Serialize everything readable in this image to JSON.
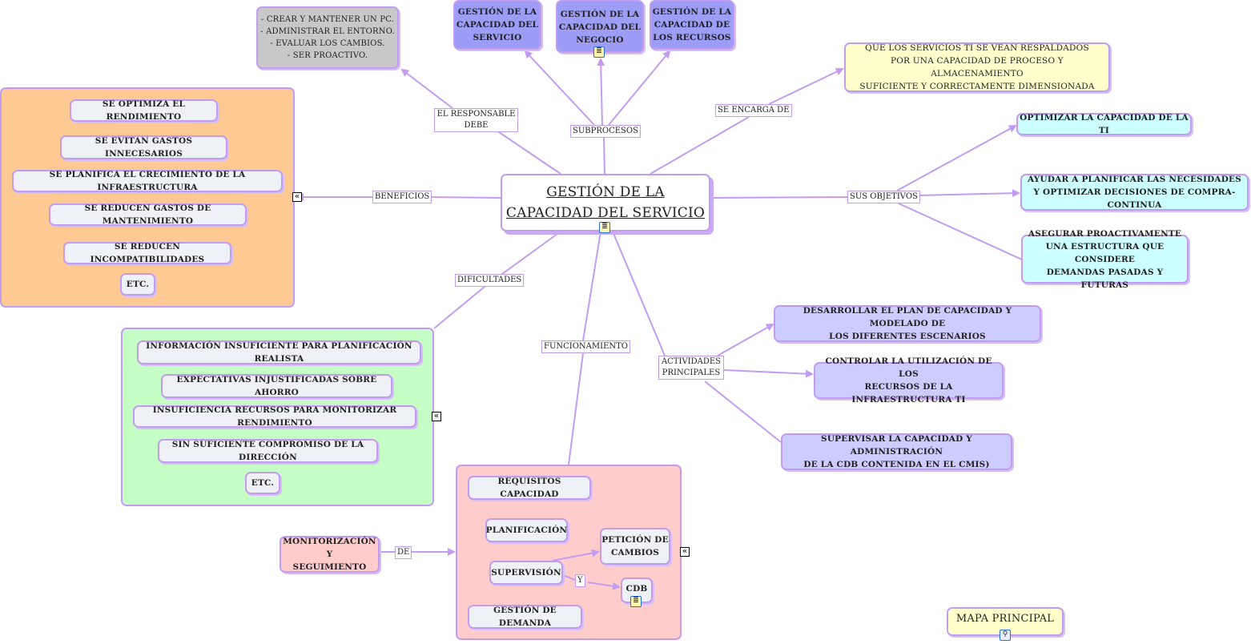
{
  "center": {
    "title": "GESTIÓN DE LA\nCAPACIDAD DEL SERVICIO"
  },
  "responsable": {
    "link": "EL RESPONSABLE\nDEBE",
    "text": "- CREAR Y MANTENER UN PC.\n- ADMINISTRAR EL ENTORNO.\n- EVALUAR LOS CAMBIOS.\n- SER PROACTIVO."
  },
  "subprocesos": {
    "link": "SUBPROCESOS",
    "items": [
      "GESTIÓN DE LA\nCAPACIDAD DEL\nSERVICIO",
      "GESTIÓN DE LA\nCAPACIDAD DEL\nNEGOCIO",
      "GESTIÓN DE LA\nCAPACIDAD DE\nLOS RECURSOS"
    ]
  },
  "encarga": {
    "link": "SE ENCARGA DE",
    "text": "QUE LOS SERVICIOS TI SE VEAN RESPALDADOS\nPOR UNA CAPACIDAD DE PROCESO Y ALMACENAMIENTO\nSUFICIENTE Y CORRECTAMENTE DIMENSIONADA"
  },
  "beneficios": {
    "link": "BENEFICIOS",
    "items": [
      "SE OPTIMIZA EL RENDIMIENTO",
      "SE EVITAN GASTOS INNECESARIOS",
      "SE PLANIFICA EL CRECIMIENTO DE LA INFRAESTRUCTURA",
      "SE REDUCEN GASTOS DE MANTENIMIENTO",
      "SE REDUCEN INCOMPATIBILIDADES",
      "ETC."
    ]
  },
  "objetivos": {
    "link": "SUS OBJETIVOS",
    "items": [
      "OPTIMIZAR LA CAPACIDAD DE LA TI",
      "AYUDAR A PLANIFICAR LAS NECESIDADES\nY OPTIMIZAR DECISIONES DE COMPRA-CONTINUA",
      "ASEGURAR PROACTIVAMENTE\nUNA ESTRUCTURA QUE CONSIDERE\nDEMANDAS PASADAS Y FUTURAS"
    ]
  },
  "dificultades": {
    "link": "DIFICULTADES",
    "items": [
      "INFORMACIÓN INSUFICIENTE PARA PLANIFICACIÓN REALISTA",
      "EXPECTATIVAS INJUSTIFICADAS SOBRE AHORRO",
      "INSUFICIENCIA RECURSOS PARA MONITORIZAR RENDIMIENTO",
      "SIN SUFICIENTE COMPROMISO DE LA DIRECCIÓN",
      "ETC."
    ]
  },
  "actividades": {
    "link": "ACTIVIDADES\nPRINCIPALES",
    "items": [
      "DESARROLLAR EL PLAN DE CAPACIDAD Y MODELADO DE\nLOS DIFERENTES ESCENARIOS",
      "CONTROLAR LA UTILIZACIÓN DE LOS\nRECURSOS DE LA INFRAESTRUCTURA TI",
      "SUPERVISAR LA CAPACIDAD Y ADMINISTRACIÓN\nDE LA CDB CONTENIDA EN EL CMIS)"
    ]
  },
  "funcionamiento": {
    "link": "FUNCIONAMIENTO",
    "items": [
      "REQUISITOS CAPACIDAD",
      "PLANIFICACIÓN",
      "PETICIÓN DE\nCAMBIOS",
      "SUPERVISIÓN",
      "CDB",
      "GESTIÓN DE DEMANDA"
    ],
    "y_link": "Y"
  },
  "monitorizacion": {
    "text": "MONITORIZACIÓN Y\nSEGUIMIENTO",
    "link": "DE"
  },
  "mapa": {
    "text": "MAPA PRINCIPAL"
  },
  "colors": {
    "line": "#c39cf2",
    "orange": "#ffc993",
    "green": "#c5ffc5",
    "pink": "#ffcccc",
    "purple": "#9d9df7",
    "cyan": "#ccffff",
    "lavender": "#ccccff",
    "yellow": "#ffffcc"
  }
}
